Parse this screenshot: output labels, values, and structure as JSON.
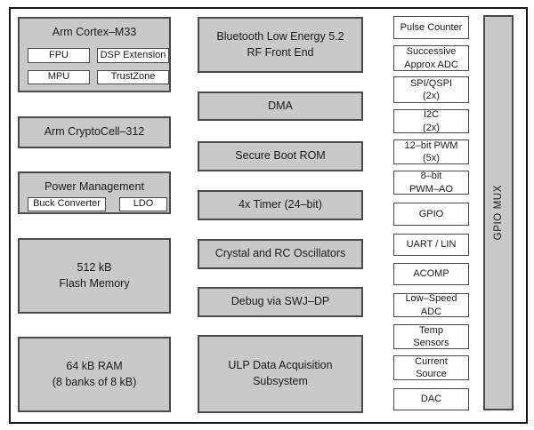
{
  "diagram_type": "soc-block-diagram",
  "colors": {
    "box_fill": "#c9c9c9",
    "box_border": "#4a4a4a",
    "white_fill": "#ffffff",
    "frame_border": "#161616",
    "text": "#1a1a1a"
  },
  "blocks": {
    "cortex": {
      "title": "Arm Cortex–M33",
      "fpu": "FPU",
      "dsp": "DSP Extension",
      "mpu": "MPU",
      "trustzone": "TrustZone"
    },
    "cryptocell": {
      "label": "Arm CryptoCell–312"
    },
    "power": {
      "title": "Power Management",
      "buck": "Buck Converter",
      "ldo": "LDO"
    },
    "flash": {
      "line1": "512 kB",
      "line2": "Flash Memory"
    },
    "ram": {
      "line1": "64 kB RAM",
      "line2": "(8 banks of 8 kB)"
    },
    "ble": {
      "line1": "Bluetooth Low Energy 5.2",
      "line2": "RF Front End"
    },
    "dma": {
      "label": "DMA"
    },
    "secure_boot": {
      "label": "Secure Boot ROM"
    },
    "timer": {
      "label": "4x Timer (24–bit)"
    },
    "oscillators": {
      "label": "Crystal and RC Oscillators"
    },
    "debug": {
      "label": "Debug via SWJ–DP"
    },
    "ulp": {
      "line1": "ULP Data Acquisition",
      "line2": "Subsystem"
    },
    "pulse_counter": {
      "label": "Pulse Counter"
    },
    "sar_adc": {
      "line1": "Successive",
      "line2": "Approx ADC"
    },
    "spi_qspi": {
      "line1": "SPI/QSPI",
      "line2": "(2x)"
    },
    "i2c": {
      "line1": "I2C",
      "line2": "(2x)"
    },
    "pwm12": {
      "line1": "12–bit PWM",
      "line2": "(5x)"
    },
    "pwm8": {
      "line1": "8–bit",
      "line2": "PWM–AO"
    },
    "gpio": {
      "label": "GPIO"
    },
    "uart_lin": {
      "label": "UART / LIN"
    },
    "acomp": {
      "label": "ACOMP"
    },
    "ls_adc": {
      "line1": "Low–Speed",
      "line2": "ADC"
    },
    "temp": {
      "line1": "Temp",
      "line2": "Sensors"
    },
    "current": {
      "line1": "Current",
      "line2": "Source"
    },
    "dac": {
      "label": "DAC"
    },
    "gpio_mux": {
      "label": "GPIO MUX"
    }
  }
}
